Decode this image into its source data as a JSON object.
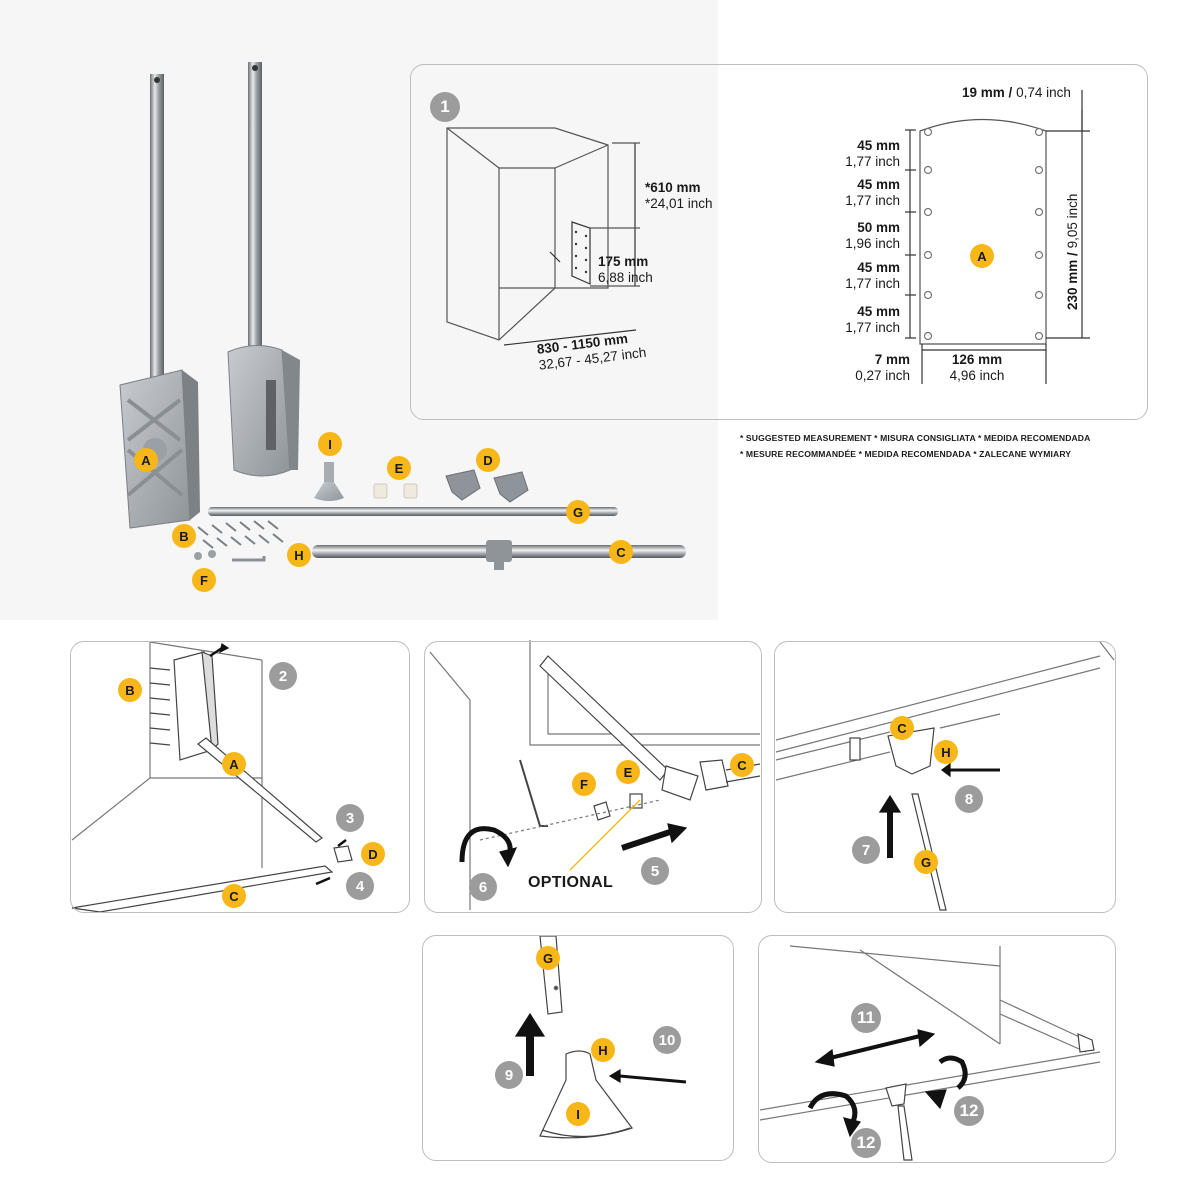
{
  "parts": {
    "labels": {
      "A": "A",
      "B": "B",
      "C": "C",
      "D": "D",
      "E": "E",
      "F": "F",
      "G": "G",
      "H": "H",
      "I": "I"
    }
  },
  "step1": {
    "number": "1",
    "height_mm": "*610 mm",
    "height_in": "*24,01 inch",
    "depth_mm": "175 mm",
    "depth_in": "6,88 inch",
    "width_mm": "830 - 1150 mm",
    "width_in": "32,67 - 45,27 inch",
    "top_mm": "19 mm",
    "top_in": "0,74 inch",
    "spacings": [
      {
        "mm": "45 mm",
        "in": "1,77 inch"
      },
      {
        "mm": "45 mm",
        "in": "1,77 inch"
      },
      {
        "mm": "50 mm",
        "in": "1,96 inch"
      },
      {
        "mm": "45 mm",
        "in": "1,77 inch"
      },
      {
        "mm": "45 mm",
        "in": "1,77 inch"
      }
    ],
    "bottom_mm": "7 mm",
    "bottom_in": "0,27 inch",
    "plate_w_mm": "126 mm",
    "plate_w_in": "4,96 inch",
    "plate_h_mm": "230 mm",
    "plate_h_in": "9,05 inch",
    "plate_label": "A"
  },
  "notes": {
    "line1": "* SUGGESTED MEASUREMENT    * MISURA CONSIGLIATA    * MEDIDA RECOMENDADA",
    "line2": "* MESURE RECOMMANDÉE    * MEDIDA RECOMENDADA    * ZALECANE WYMIARY"
  },
  "panel_a": {
    "steps": [
      "2",
      "3",
      "4"
    ],
    "labels": [
      "B",
      "A",
      "D",
      "C"
    ]
  },
  "panel_b": {
    "steps": [
      "5",
      "6"
    ],
    "labels": [
      "F",
      "E",
      "C"
    ],
    "optional": "OPTIONAL"
  },
  "panel_c": {
    "steps": [
      "7",
      "8"
    ],
    "labels": [
      "C",
      "H",
      "G"
    ]
  },
  "panel_d": {
    "steps": [
      "9",
      "10"
    ],
    "labels": [
      "G",
      "H",
      "I"
    ]
  },
  "panel_e": {
    "steps": [
      "11",
      "12",
      "12"
    ]
  },
  "colors": {
    "badge": "#f7b718",
    "step": "#9c9c9c",
    "outline": "#555555"
  }
}
